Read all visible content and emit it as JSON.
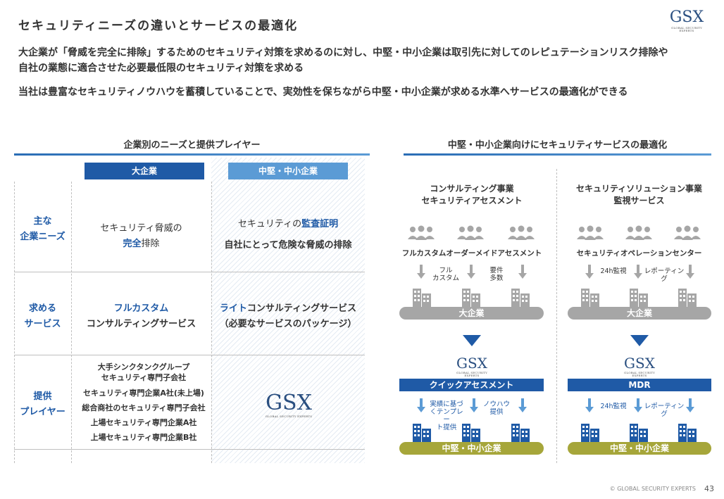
{
  "title": "セキュリティニーズの違いとサービスの最適化",
  "logo": {
    "text": "GSX",
    "subtext": "GLOBAL SECURITY EXPERTS"
  },
  "lead": {
    "line1": "大企業が「脅威を完全に排除」するためのセキュリティ対策を求めるのに対し、中堅・中小企業は取引先に対してのレピュテーションリスク排除や",
    "line2": "自社の業態に適合させた必要最低限のセキュリティ対策を求める",
    "line3": "当社は豊富なセキュリティノウハウを蓄積していることで、実効性を保ちながら中堅・中小企業が求める水準へサービスの最適化ができる"
  },
  "left": {
    "section_title": "企業別のニーズと提供プレイヤー",
    "col_large": "大企業",
    "col_sme": "中堅・中小企業",
    "rows": {
      "needs_label_1": "主な",
      "needs_label_2": "企業ニーズ",
      "needs_large_1": "セキュリティ脅威の",
      "needs_large_2_hl": "完全",
      "needs_large_2_rest": "排除",
      "needs_sme_1_pre": "セキュリティの",
      "needs_sme_1_hl": "監査証明",
      "needs_sme_2": "自社にとって危険な脅威の排除",
      "service_label_1": "求める",
      "service_label_2": "サービス",
      "service_large_1": "フルカスタム",
      "service_large_2": "コンサルティングサービス",
      "service_sme_1_hl": "ライト",
      "service_sme_1_rest": "コンサルティングサービス",
      "service_sme_2": "（必要なサービスのパッケージ）",
      "player_label_1": "提供",
      "player_label_2": "プレイヤー",
      "players": [
        "大手シンクタンクグループ",
        "セキュリティ専門子会社",
        "セキュリティ専門企業A社(未上場)",
        "総合商社のセキュリティ専門子会社",
        "上場セキュリティ専門企業A社",
        "上場セキュリティ専門企業B社"
      ]
    }
  },
  "right": {
    "section_title": "中堅・中小企業向けにセキュリティサービスの最適化",
    "consulting": {
      "title_1": "コンサルティング事業",
      "title_2": "セキュリティアセスメント",
      "sub": "フルカスタムオーダーメイドアセスメント",
      "note_a_1": "フル",
      "note_a_2": "カスタム",
      "note_b_1": "要件",
      "note_b_2": "多数",
      "large_label": "大企業",
      "bar": "クイックアセスメント",
      "note_c_1": "実績に基づ",
      "note_c_2": "くテンプレー",
      "note_c_3": "ト提供",
      "note_d_1": "ノウハウ",
      "note_d_2": "提供",
      "sme_label": "中堅・中小企業"
    },
    "solution": {
      "title_1": "セキュリティソリューション事業",
      "title_2": "監視サービス",
      "sub": "セキュリティオペレーションセンター",
      "note_a": "24h監視",
      "note_b": "レポーティング",
      "large_label": "大企業",
      "bar": "MDR",
      "note_c": "24h監視",
      "note_d": "レポーティング",
      "sme_label": "中堅・中小企業"
    }
  },
  "footer": "© GLOBAL SECURITY EXPERTS",
  "page_number": "43",
  "colors": {
    "navy": "#1f5aa6",
    "light_blue": "#5b9bd5",
    "gray": "#a6a6a6",
    "olive": "#a6a63a"
  }
}
